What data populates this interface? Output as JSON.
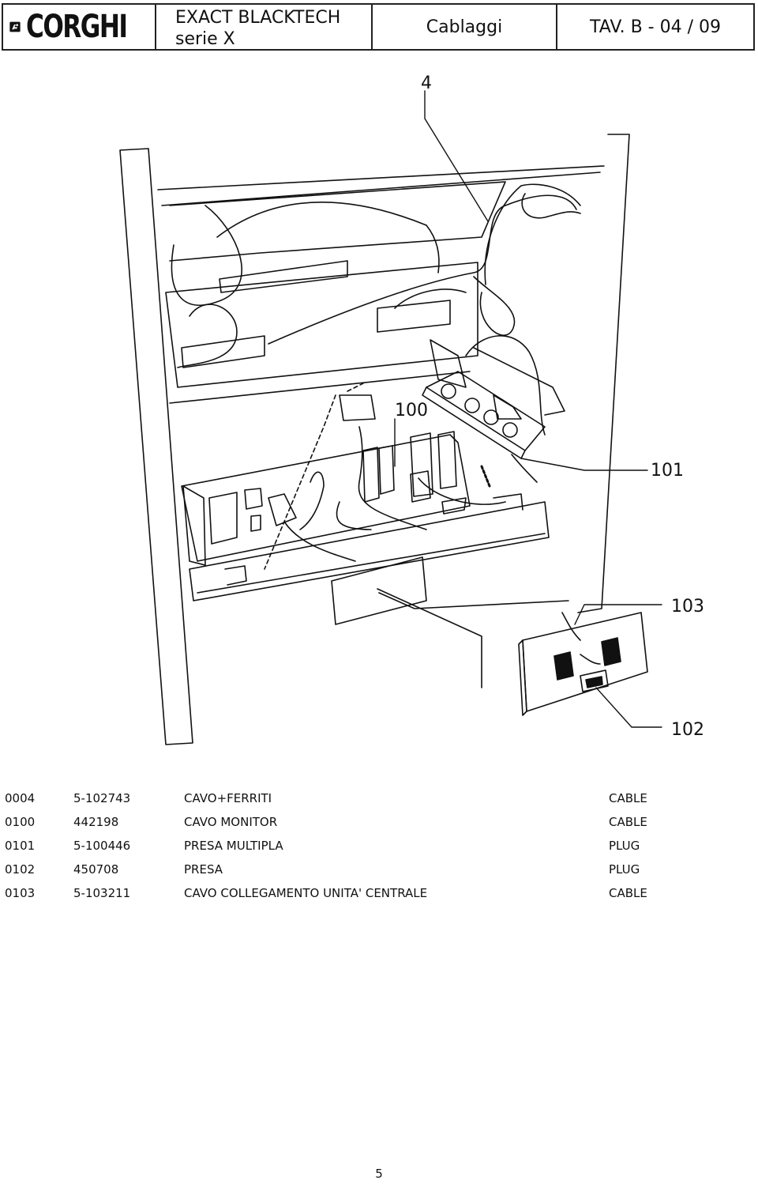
{
  "header": {
    "logo": "CORGHI",
    "title_line1": "EXACT BLACKTECH",
    "title_line2": "serie X",
    "section": "Cablaggi",
    "table_ref": "TAV. B - 04 / 09"
  },
  "drawing": {
    "callouts": [
      "4",
      "100",
      "101",
      "103",
      "102"
    ]
  },
  "parts": [
    {
      "ref": "0004",
      "code": "5-102743",
      "description": "CAVO+FERRITI",
      "type": "CABLE"
    },
    {
      "ref": "0100",
      "code": "442198",
      "description": "CAVO MONITOR",
      "type": "CABLE"
    },
    {
      "ref": "0101",
      "code": "5-100446",
      "description": "PRESA MULTIPLA",
      "type": "PLUG"
    },
    {
      "ref": "0102",
      "code": "450708",
      "description": "PRESA",
      "type": "PLUG"
    },
    {
      "ref": "0103",
      "code": "5-103211",
      "description": "CAVO COLLEGAMENTO UNITA' CENTRALE",
      "type": "CABLE"
    }
  ],
  "page_number": "5"
}
